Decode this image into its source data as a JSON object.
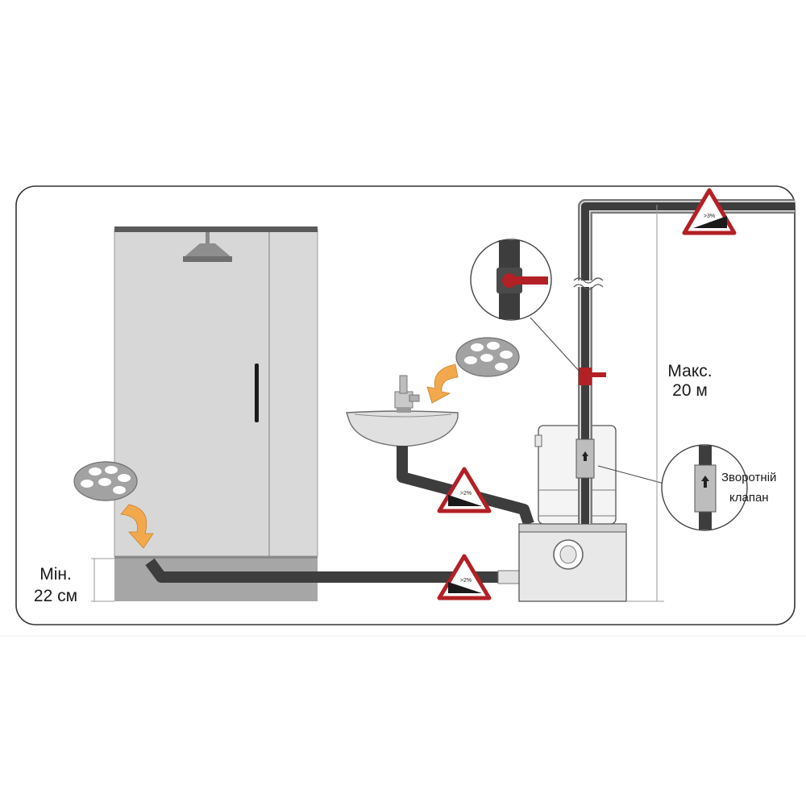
{
  "labels": {
    "min_height_line1": "Мін.",
    "min_height_line2": "22 см",
    "max_height_line1": "Макс.",
    "max_height_line2": "20 м",
    "check_valve_line1": "Зворотній",
    "check_valve_line2": "клапан"
  },
  "slope_badges": {
    "top_right": ">3%",
    "sink_drain": ">2%",
    "floor_drain": ">2%"
  },
  "colors": {
    "frame": "#333333",
    "pipe": "#3d3d3d",
    "cabin": "#d7d7d7",
    "cabin_base": "#a6a6a6",
    "arrow": "#f2a94e",
    "warning_red": "#b32025",
    "valve_red": "#b32025",
    "unit_body": "#e8e8e8"
  },
  "icons": {
    "shower_head": "shower-head-icon",
    "filter_disc": "perforated-disc-icon",
    "inlet_arrow": "curved-arrow-icon",
    "slope_sign": "warning-triangle-icon",
    "ball_valve": "ball-valve-icon",
    "check_valve": "check-valve-icon"
  }
}
